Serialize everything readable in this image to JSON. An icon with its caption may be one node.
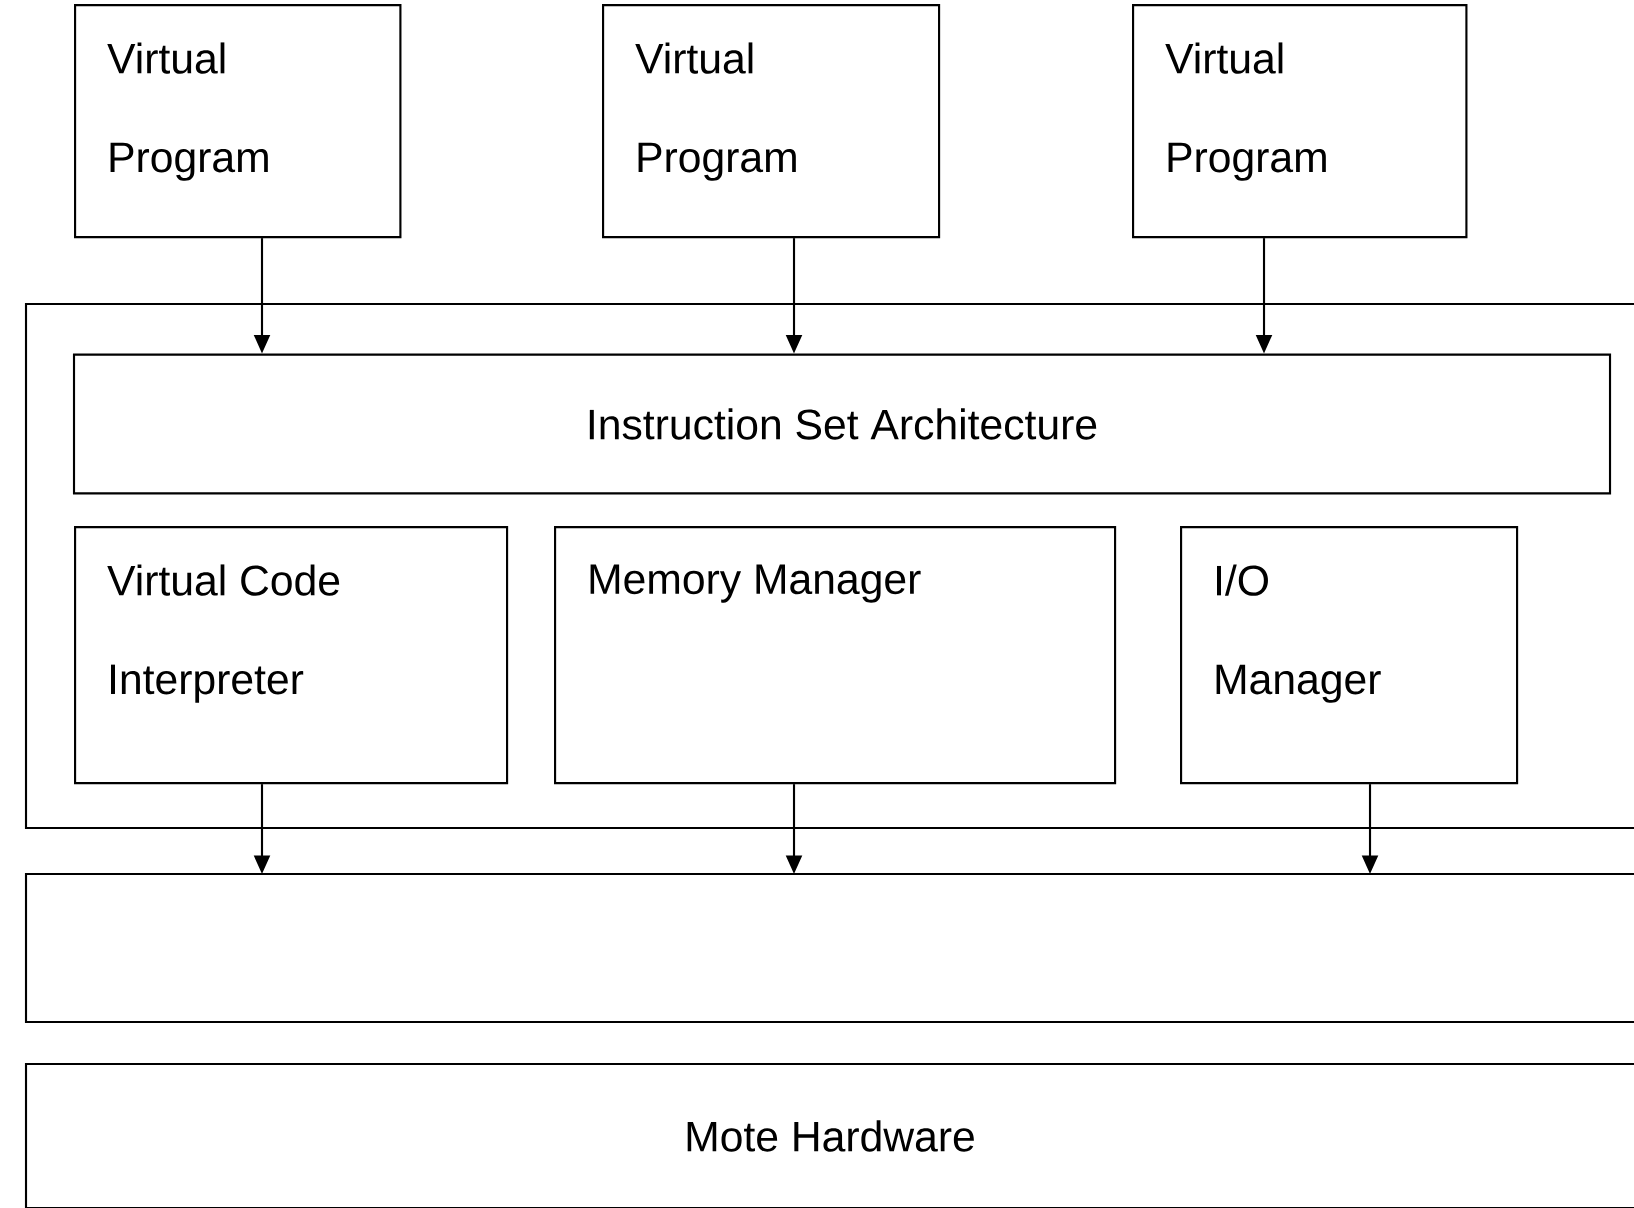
{
  "diagram": {
    "nodes": [
      {
        "text": [
          "Virtual Program"
        ]
      },
      {
        "text": [
          "Virtual Program"
        ]
      },
      {
        "text": [
          "Virtual Program"
        ]
      },
      {
        "text": [],
        "shape": "box"
      },
      {
        "text": [
          "Instruction Set Architecture"
        ],
        "in": 3
      },
      {
        "text": [
          "Virtual Code Interpreter"
        ],
        "in": 3
      },
      {
        "text": [
          "Memory Manager"
        ],
        "in": 3
      },
      {
        "text": [
          "I/O Manager"
        ],
        "in": 3
      },
      {
        "text": [],
        "shape": "box"
      },
      {
        "text": [
          "Mote Hardware"
        ]
      }
    ],
    "edges": [
      {
        "from": 0,
        "to": 4,
        "arrow": "to"
      },
      {
        "from": 1,
        "to": 4,
        "arrow": "to"
      },
      {
        "from": 2,
        "to": 4,
        "arrow": "to"
      },
      {
        "from": 5,
        "to": 8,
        "arrow": "to"
      },
      {
        "from": 6,
        "to": 8,
        "arrow": "to"
      },
      {
        "from": 7,
        "to": 8,
        "arrow": "to"
      }
    ]
  }
}
